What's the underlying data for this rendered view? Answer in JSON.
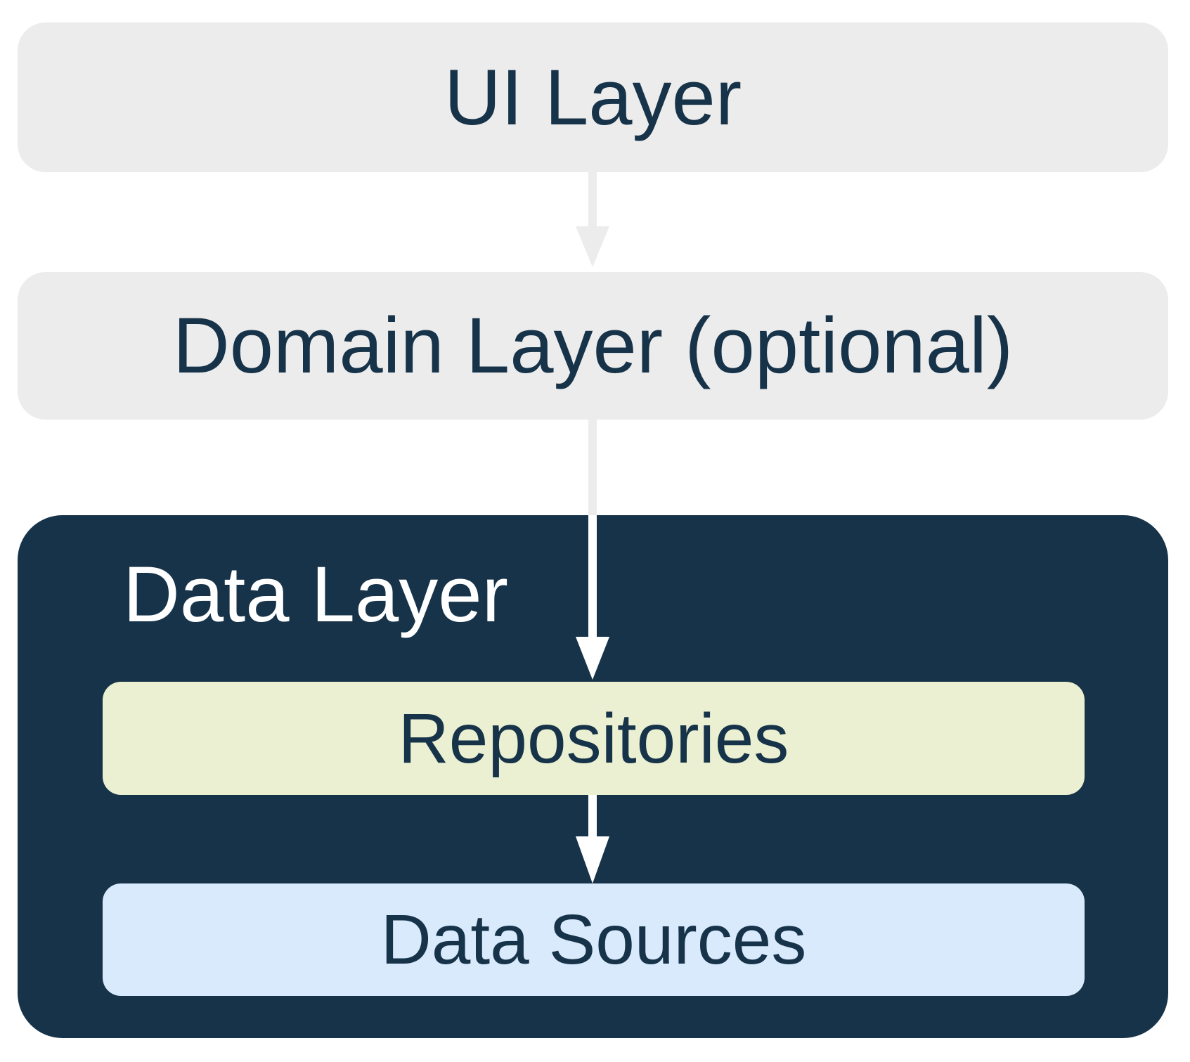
{
  "layers": {
    "ui": {
      "label": "UI Layer"
    },
    "domain": {
      "label": "Domain Layer (optional)"
    },
    "data": {
      "label": "Data Layer",
      "children": {
        "repositories": {
          "label": "Repositories"
        },
        "data_sources": {
          "label": "Data Sources"
        }
      }
    }
  },
  "arrows": [
    {
      "from": "ui",
      "to": "domain",
      "direction": "down"
    },
    {
      "from": "domain",
      "to": "repositories",
      "direction": "down"
    },
    {
      "from": "repositories",
      "to": "data_sources",
      "direction": "down"
    }
  ],
  "colors": {
    "layer_box_gray": "#ececec",
    "data_layer_navy": "#173349",
    "repositories_green": "#eaf0d1",
    "data_sources_blue": "#d9eafc",
    "text_navy": "#173349",
    "text_white": "#ffffff",
    "arrow_gray": "#ececec",
    "arrow_white": "#ffffff",
    "page_background": "#ffffff"
  }
}
